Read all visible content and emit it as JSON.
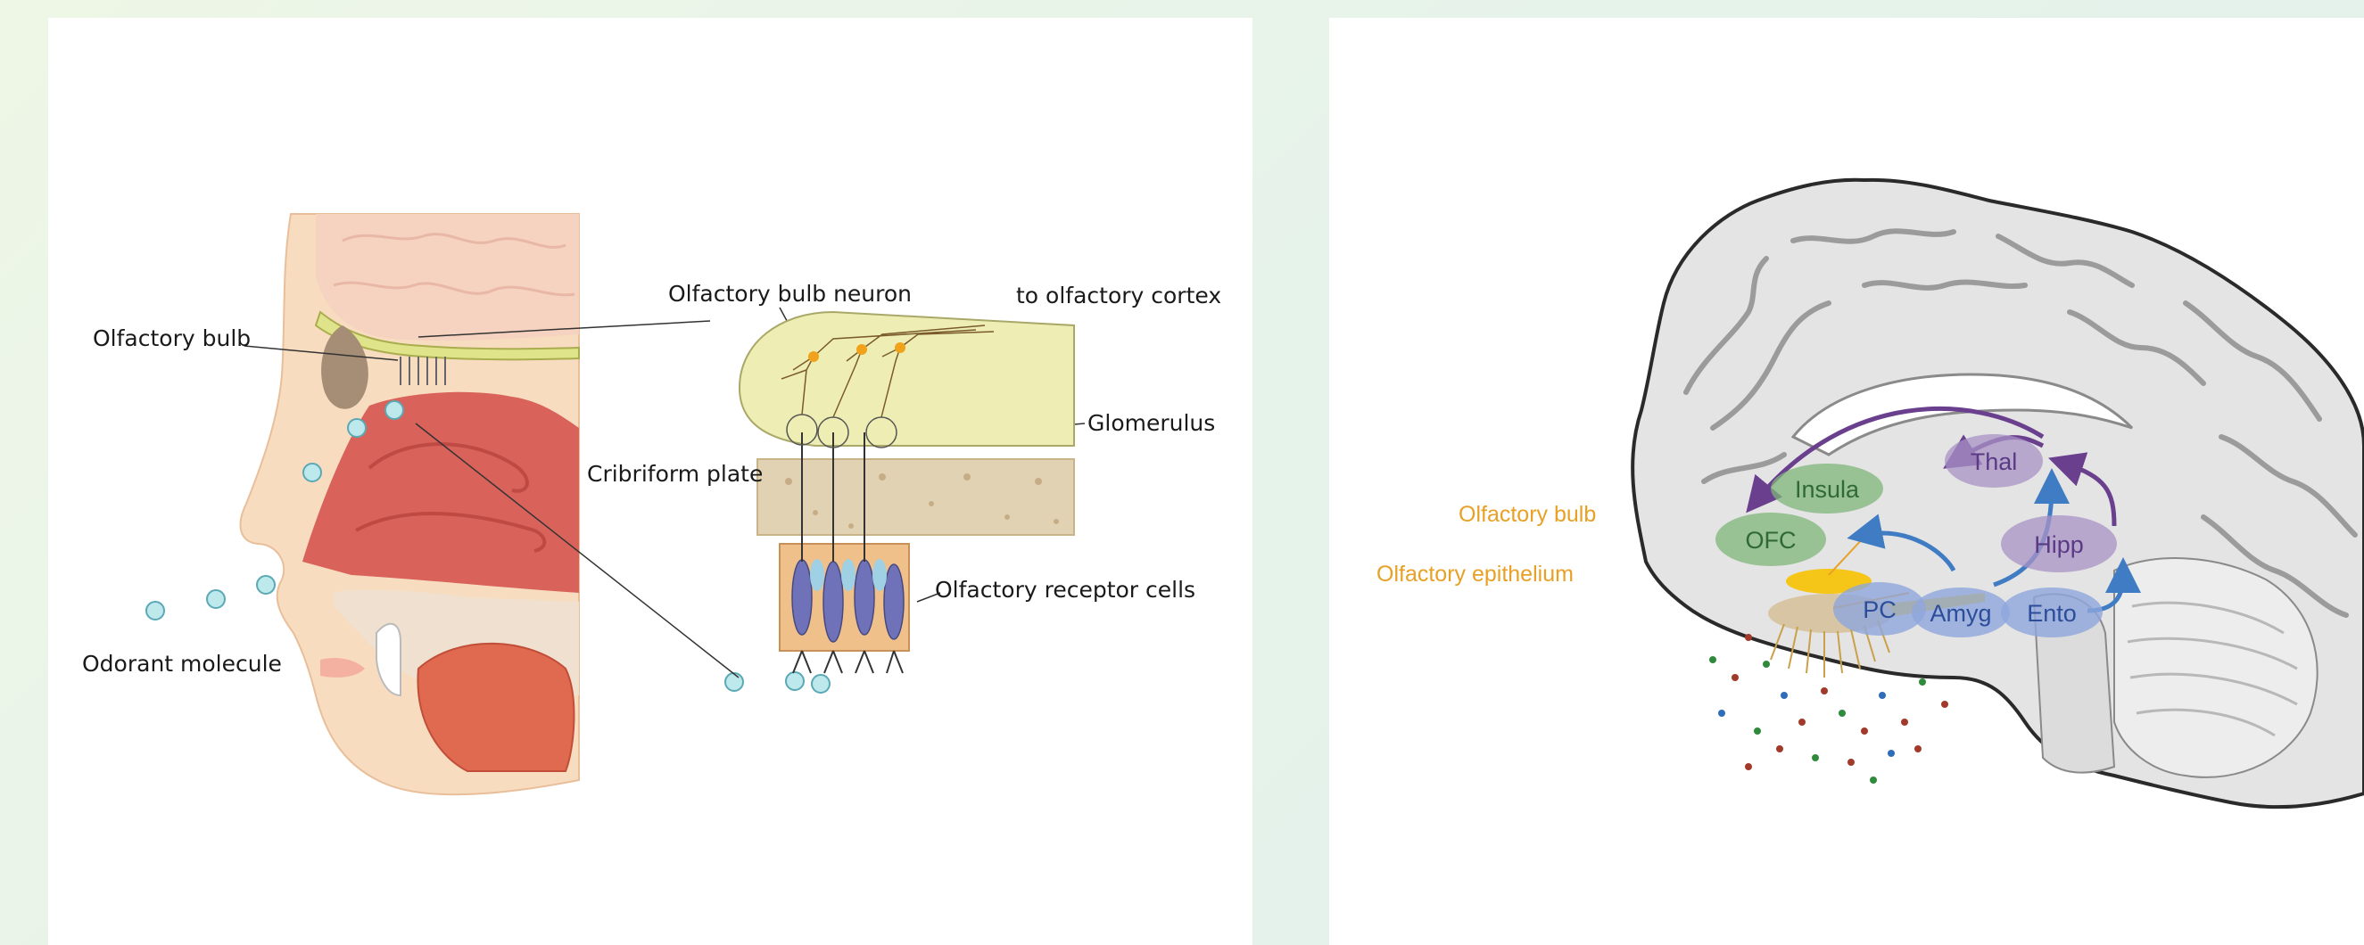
{
  "left_panel": {
    "labels": {
      "olfactory_bulb": "Olfactory bulb",
      "odorant_molecule": "Odorant molecule",
      "olfactory_bulb_neuron": "Olfactory bulb neuron",
      "to_olfactory_cortex": "to olfactory cortex",
      "glomerulus": "Glomerulus",
      "cribriform_plate": "Cribriform plate",
      "olfactory_receptor_cells": "Olfactory receptor cells"
    }
  },
  "right_panel": {
    "labels": {
      "olfactory_bulb": "Olfactory bulb",
      "olfactory_epithelium": "Olfactory epithelium"
    },
    "regions": {
      "ofc": "OFC",
      "insula": "Insula",
      "thal": "Thal",
      "hipp": "Hipp",
      "pc": "PC",
      "amyg": "Amyg",
      "ento": "Ento"
    },
    "colors": {
      "green_region": "#7fb57a",
      "purple_region": "#a993c6",
      "blue_region": "#8ea6dc",
      "purple_arrow": "#6a3f8e",
      "blue_arrow": "#3f7cc4",
      "label_orange": "#e8a025",
      "bulb_yellow": "#f5c518"
    }
  }
}
